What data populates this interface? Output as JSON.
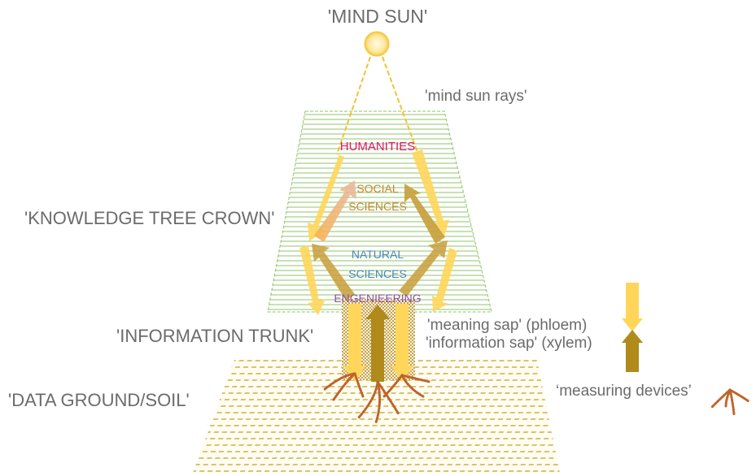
{
  "labels": {
    "mind_sun": "'MIND SUN'",
    "mind_sun_rays": "'mind sun rays'",
    "knowledge_tree_crown": "'KNOWLEDGE TREE CROWN'",
    "information_trunk": "'INFORMATION TRUNK'",
    "data_ground": "'DATA GROUND/SOIL'",
    "meaning_sap": "'meaning sap' (phloem)",
    "information_sap": "'information sap' (xylem)",
    "measuring_devices": "‘measuring devices’"
  },
  "disciplines": {
    "humanities": "HUMANITIES",
    "social_1": "SOCIAL",
    "social_2": "SCIENCES",
    "natural_1": "NATURAL",
    "natural_2": "SCIENCES",
    "engineering": "ENGENIEERING"
  },
  "colors": {
    "label_gray": "#6b6b6b",
    "humanities": "#e0186c",
    "social": "#c9852f",
    "natural": "#4a86b0",
    "engineering": "#8a4fa3",
    "meaning_sap": "#ffd65a",
    "information_sap": "#b08a1a",
    "crown_lines": "#8fc46a",
    "soil_pattern": "#c8a42a",
    "roots": "#c0632a",
    "sun_rays": "#f2c230"
  }
}
